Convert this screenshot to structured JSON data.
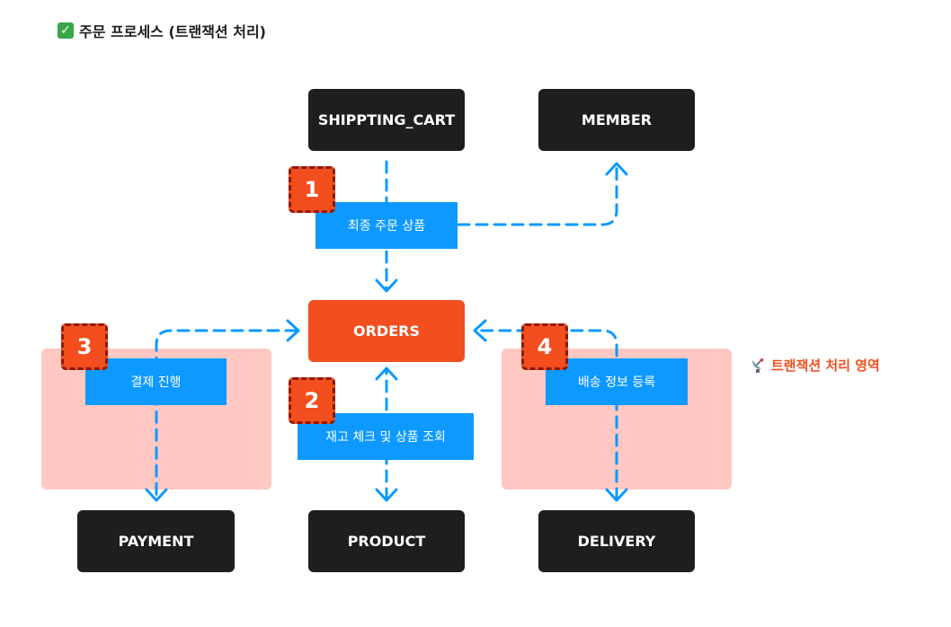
{
  "title": {
    "icon": "check-mark-icon",
    "text": "주문 프로세스 (트랜잭션 처리)"
  },
  "legend": {
    "icon": "satellite-antenna-icon",
    "text": "트랜잭션 처리 영역"
  },
  "colors": {
    "entity": "#1e1e1e",
    "orders": "#f24e1e",
    "step": "#0d99ff",
    "zone": "#ffc8c3",
    "arrow": "#0d99ff"
  },
  "entities": {
    "cart": "SHIPPTING_CART",
    "member": "MEMBER",
    "orders": "ORDERS",
    "payment": "PAYMENT",
    "product": "PRODUCT",
    "delivery": "DELIVERY"
  },
  "steps": {
    "final_items": "최종 주문 상품",
    "stock_check": "재고 체크 및 상품 조회",
    "payment": "결제 진행",
    "delivery_info": "배송 정보 등록"
  },
  "badges": [
    "1",
    "2",
    "3",
    "4"
  ]
}
